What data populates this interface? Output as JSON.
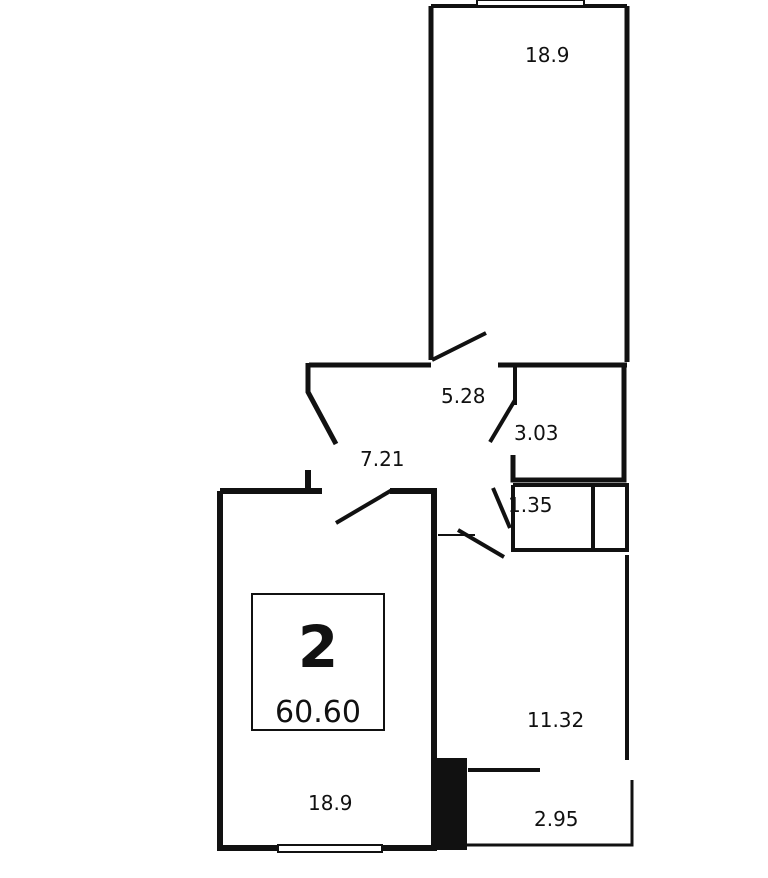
{
  "floor_plan": {
    "rooms_count": "2",
    "total_area": "60.60",
    "rooms": {
      "room_top": "18.9",
      "room_bottom_left": "18.9",
      "kitchen": "11.32",
      "corridor": "5.28",
      "hall": "7.21",
      "bathroom": "3.03",
      "toilet": "1.35",
      "balcony": "2.95"
    }
  },
  "colors": {
    "wall": "#111111",
    "background": "#ffffff"
  }
}
